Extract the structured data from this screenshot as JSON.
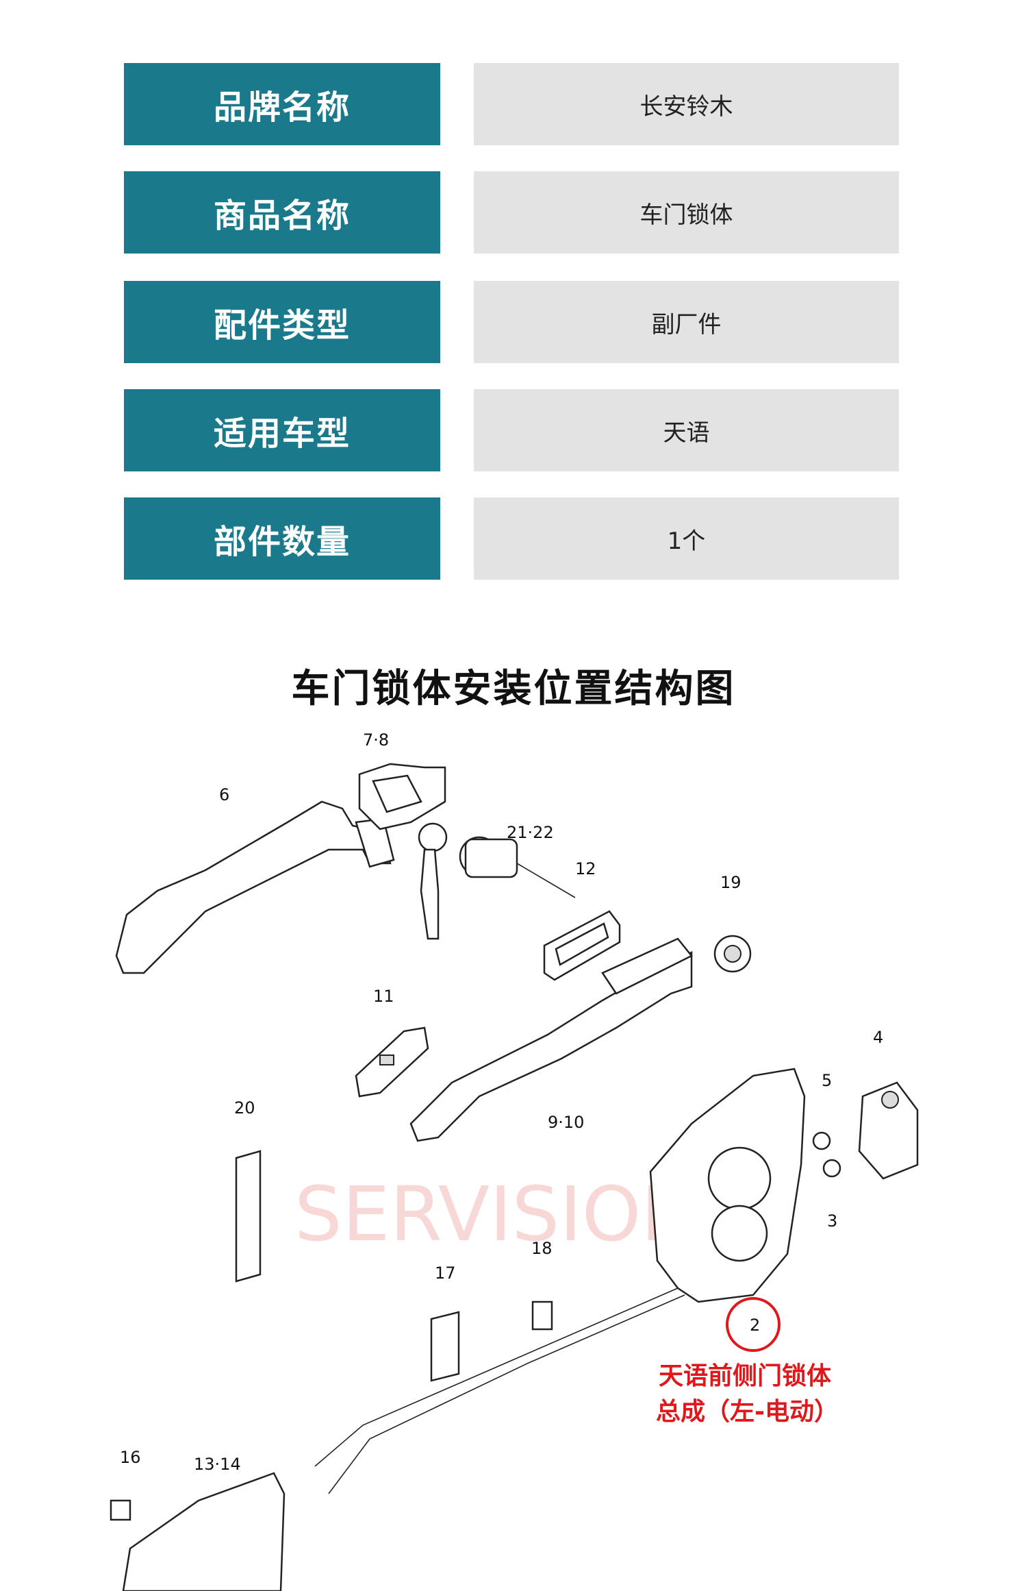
{
  "specs": [
    {
      "label": "品牌名称",
      "value": "长安铃木"
    },
    {
      "label": "商品名称",
      "value": "车门锁体"
    },
    {
      "label": "配件类型",
      "value": "副厂件"
    },
    {
      "label": "适用车型",
      "value": "天语"
    },
    {
      "label": "部件数量",
      "value": "1个"
    }
  ],
  "diagram": {
    "title": "车门锁体安装位置结构图",
    "watermark": "SERVISION",
    "part_labels": {
      "p78": "7·8",
      "p6": "6",
      "p2122": "21·22",
      "p12": "12",
      "p19": "19",
      "p11": "11",
      "p4": "4",
      "p5": "5",
      "p20": "20",
      "p910": "9·10",
      "p3": "3",
      "p18": "18",
      "p17": "17",
      "p2": "2",
      "p16": "16",
      "p1314": "13·14"
    },
    "callout_line1": "天语前侧门锁体",
    "callout_line2": "总成（左-电动）"
  },
  "colors": {
    "label_bg": "#1a7a8c",
    "value_bg": "#e3e3e3",
    "callout": "#e0181c"
  }
}
